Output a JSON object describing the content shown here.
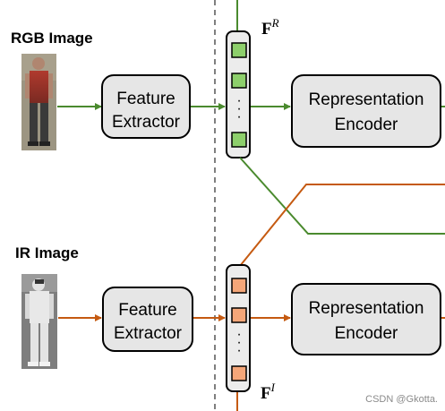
{
  "rgb_branch": {
    "title": "RGB Image",
    "extractor_line1": "Feature",
    "extractor_line2": "Extractor",
    "encoder_line1": "Representation",
    "encoder_line2": "Encoder",
    "feature_symbol": "F",
    "feature_superscript": "R"
  },
  "ir_branch": {
    "title": "IR Image",
    "extractor_line1": "Feature",
    "extractor_line2": "Extractor",
    "encoder_line1": "Representation",
    "encoder_line2": "Encoder",
    "feature_symbol": "F",
    "feature_superscript": "I"
  },
  "colors": {
    "rgb_arrow": "#4a8a2e",
    "rgb_cell": "#8dcf6b",
    "ir_arrow": "#c55a11",
    "ir_cell": "#f4a679",
    "box_fill": "#e6e6e6"
  },
  "watermark": "CSDN @Gkotta."
}
